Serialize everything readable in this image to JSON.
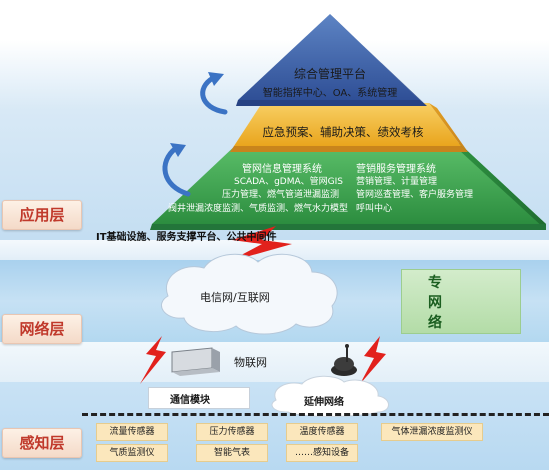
{
  "layers": {
    "application": "应用层",
    "network": "网络层",
    "perception": "感知层"
  },
  "pyramid": {
    "top": {
      "title": "综合管理平台",
      "subtitle": "智能指挥中心、OA、系统管理"
    },
    "middle": {
      "title": "应急预案、辅助决策、绩效考核"
    },
    "bottom": {
      "left_lines": [
        "管网信息管理系统",
        "SCADA、gDMA、管网GIS",
        "压力管理、燃气管道泄漏监测",
        "阀井泄漏浓度监测、气质监测、燃气水力模型"
      ],
      "right_lines": [
        "营销服务管理系统",
        "营销管理、计量管理",
        "管网巡查管理、客户服务管理",
        "呼叫中心"
      ]
    }
  },
  "it_infrastructure": "IT基础设施、服务支撑平台、公共中间件",
  "network": {
    "cloud_label": "电信网/互联网",
    "private_net": [
      "专",
      "网",
      "络"
    ]
  },
  "iot": {
    "label": "物联网",
    "comm_module": "通信模块",
    "extension_net": "延伸网络"
  },
  "devices": {
    "row1": [
      "流量传感器",
      "压力传感器",
      "温度传感器",
      "气体泄漏浓度监测仪"
    ],
    "row2": [
      "气质监测仪",
      "智能气表",
      "……感知设备"
    ]
  },
  "colors": {
    "pyramid_top": "#4a6fb0",
    "pyramid_middle": "#f2b632",
    "pyramid_bottom": "#3aa552",
    "layer_label_text": "#c0392b",
    "lightning": "#e2211c",
    "private_net_box": "#bfe3b6"
  },
  "icons": [
    "cycle-arrow-icon",
    "lightning-icon",
    "modem-device-icon",
    "wireless-router-icon"
  ]
}
